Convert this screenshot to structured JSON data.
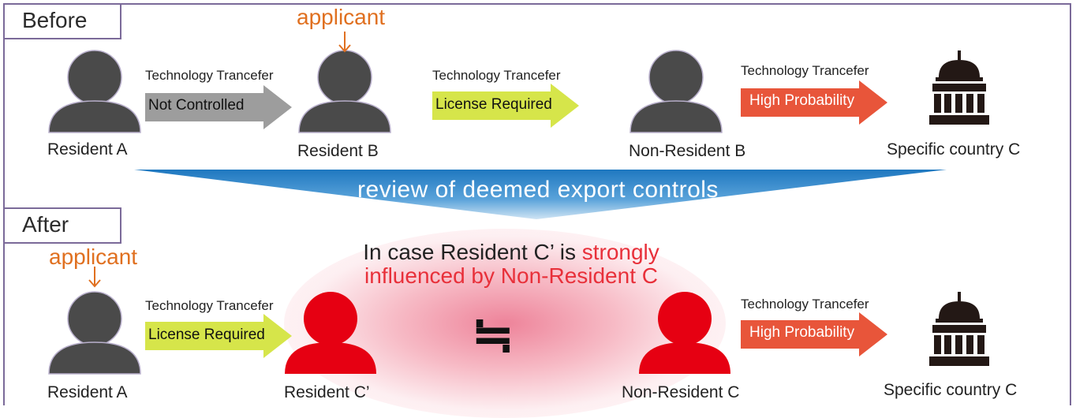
{
  "before": {
    "tab": "Before",
    "applicant": "applicant",
    "persons": [
      "Resident A",
      "Resident B",
      "Non-Resident B",
      "Specific country C"
    ],
    "transfer_caption": "Technology Trancefer",
    "arrows": [
      "Not Controlled",
      "License Required",
      "High Probability"
    ]
  },
  "review": "review of  deemed export controls",
  "after": {
    "tab": "After",
    "applicant": "applicant",
    "condition_prefix": "In case Resident C’ is ",
    "condition_highlight1": "strongly",
    "condition_highlight2": "influenced by Non-Resident C",
    "approx_symbol": "≒",
    "persons": [
      "Resident A",
      "Resident C’",
      "Non-Resident C",
      "Specific country C"
    ],
    "transfer_caption": "Technology Trancefer",
    "arrows": [
      "License Required",
      "High Probability"
    ]
  },
  "colors": {
    "frame": "#7b6a99",
    "person_grey": "#4a4a4a",
    "person_red": "#e60012",
    "arrow_grey": "#9d9d9d",
    "arrow_yellow": "#d6e54a",
    "arrow_red": "#e8553a",
    "review_band": "#2e86c8",
    "orange_text": "#e07020"
  }
}
